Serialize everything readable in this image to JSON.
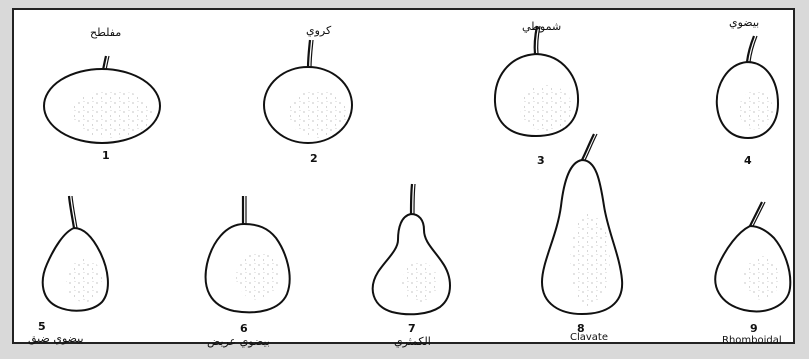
{
  "figure": {
    "shapes": [
      {
        "number": "1",
        "label": "مفلطح"
      },
      {
        "number": "2",
        "label": "كروي"
      },
      {
        "number": "3",
        "label": "شموطي"
      },
      {
        "number": "4",
        "label": "بيضوي"
      },
      {
        "number": "5",
        "label": "بيضوي ضيق"
      },
      {
        "number": "6",
        "label": "بيضوي عريض"
      },
      {
        "number": "7",
        "label": "الكمثري"
      },
      {
        "number": "8",
        "label": "Clavate"
      },
      {
        "number": "9",
        "label": "Rhomboidal"
      }
    ]
  }
}
